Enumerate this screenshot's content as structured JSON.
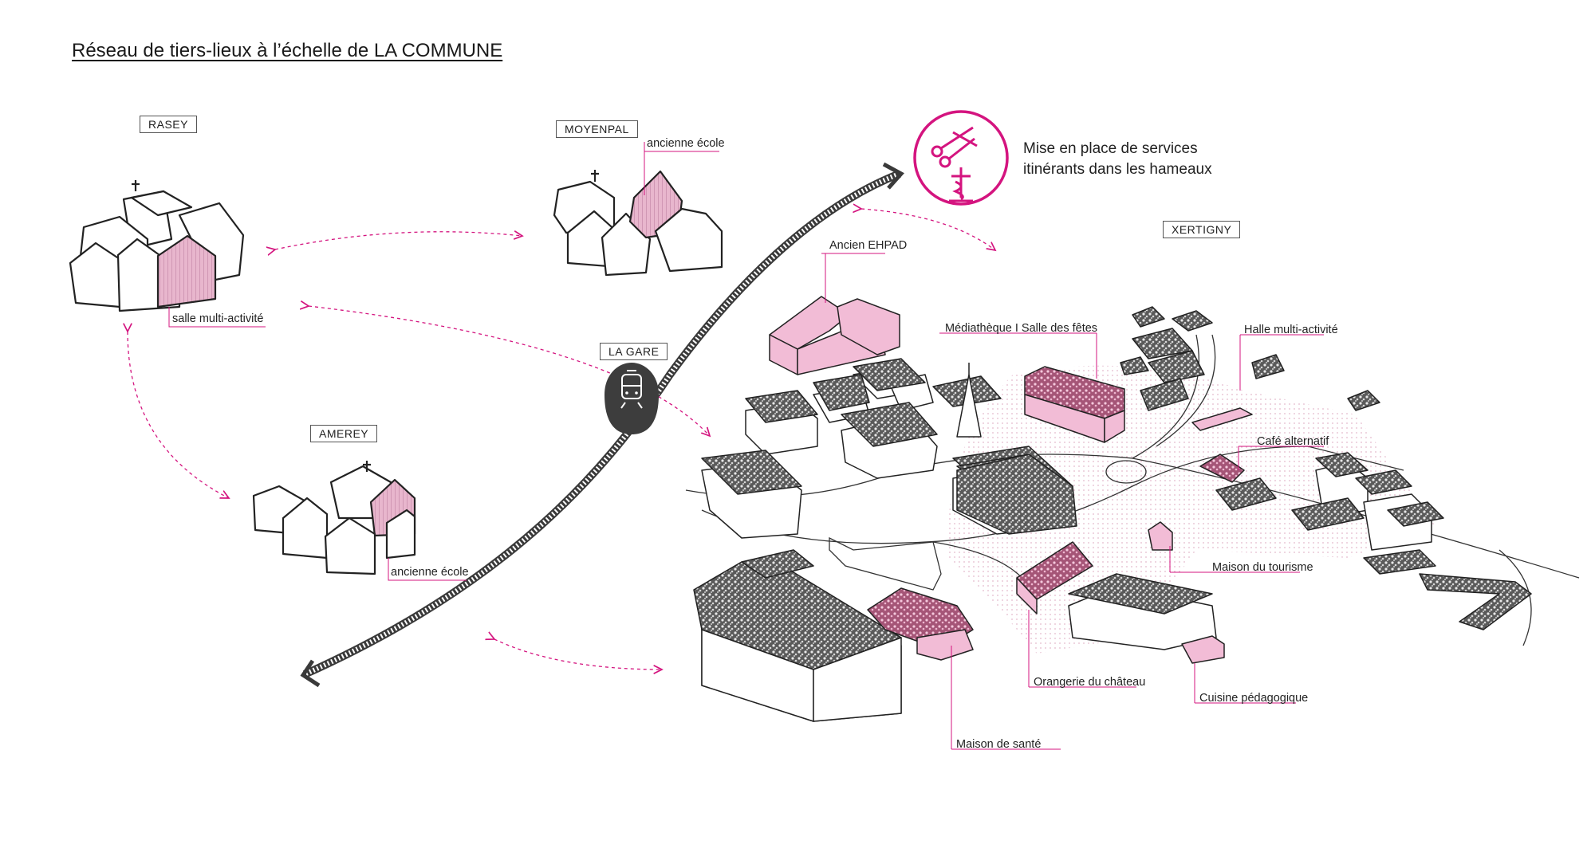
{
  "title": "Réseau de tiers-lieux à l’échelle de LA COMMUNE",
  "places": {
    "rasey": "RASEY",
    "moyenpal": "MOYENPAL",
    "amerey": "AMEREY",
    "la_gare": "LA GARE",
    "xertigny": "XERTIGNY"
  },
  "labels": {
    "rasey_site": "salle multi-activité",
    "moyenpal_site": "ancienne école",
    "amerey_site": "ancienne école",
    "ancien_ehpad": "Ancien EHPAD",
    "mediatheque": "Médiathèque  I  Salle des fêtes",
    "halle": "Halle multi-activité",
    "cafe": "Café alternatif",
    "maison_tourisme": "Maison du tourisme",
    "orangerie": "Orangerie du château",
    "cuisine": "Cuisine pédagogique",
    "maison_sante": "Maison de santé"
  },
  "service": {
    "line1": "Mise en place de services",
    "line2": "itinérants dans les hameaux"
  },
  "colors": {
    "accent": "#d4147f",
    "pink_fill": "#f2bcd6",
    "roof_texture": "#3a3a3a",
    "outline": "#222222"
  }
}
